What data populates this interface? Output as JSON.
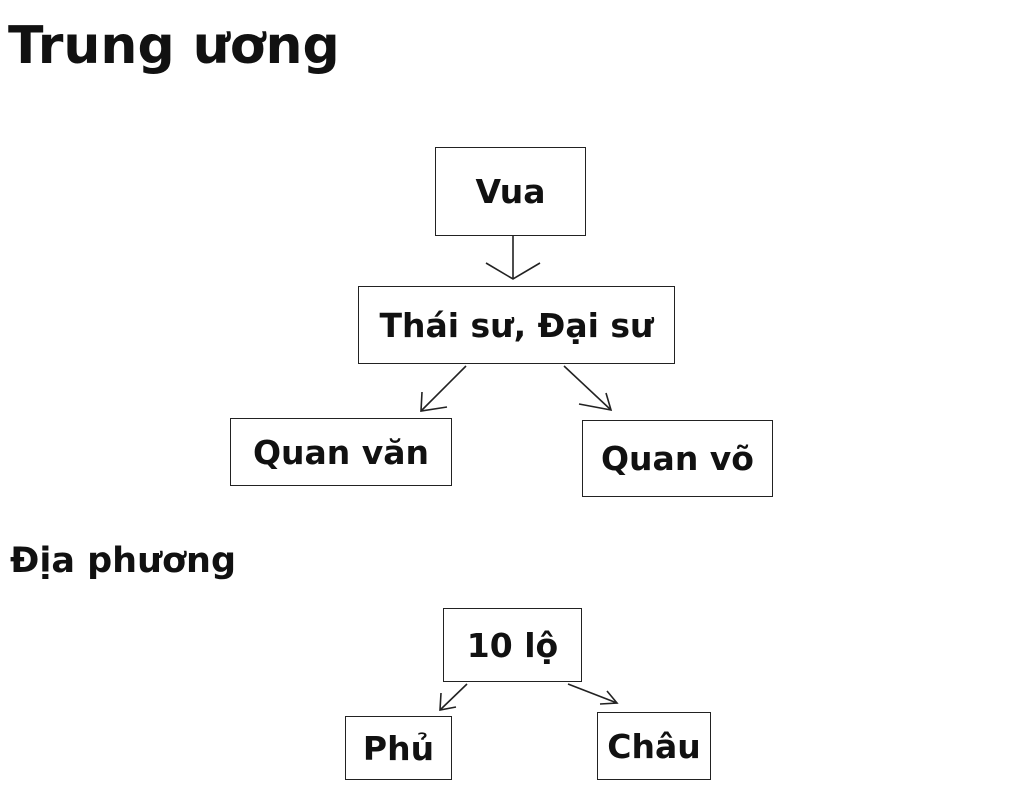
{
  "sections": {
    "central": {
      "title": "Trung ương",
      "nodes": {
        "king": "Vua",
        "grand_tutor": "Thái sư, Đại sư",
        "civil_officials": "Quan văn",
        "military_officials": "Quan võ"
      }
    },
    "local": {
      "title": "Địa phương",
      "nodes": {
        "routes": "10 lộ",
        "prefecture": "Phủ",
        "district": "Châu"
      }
    }
  },
  "edges": [
    {
      "from": "Vua",
      "to": "Thái sư, Đại sư"
    },
    {
      "from": "Thái sư, Đại sư",
      "to": "Quan văn"
    },
    {
      "from": "Thái sư, Đại sư",
      "to": "Quan võ"
    },
    {
      "from": "10 lộ",
      "to": "Phủ"
    },
    {
      "from": "10 lộ",
      "to": "Châu"
    }
  ]
}
